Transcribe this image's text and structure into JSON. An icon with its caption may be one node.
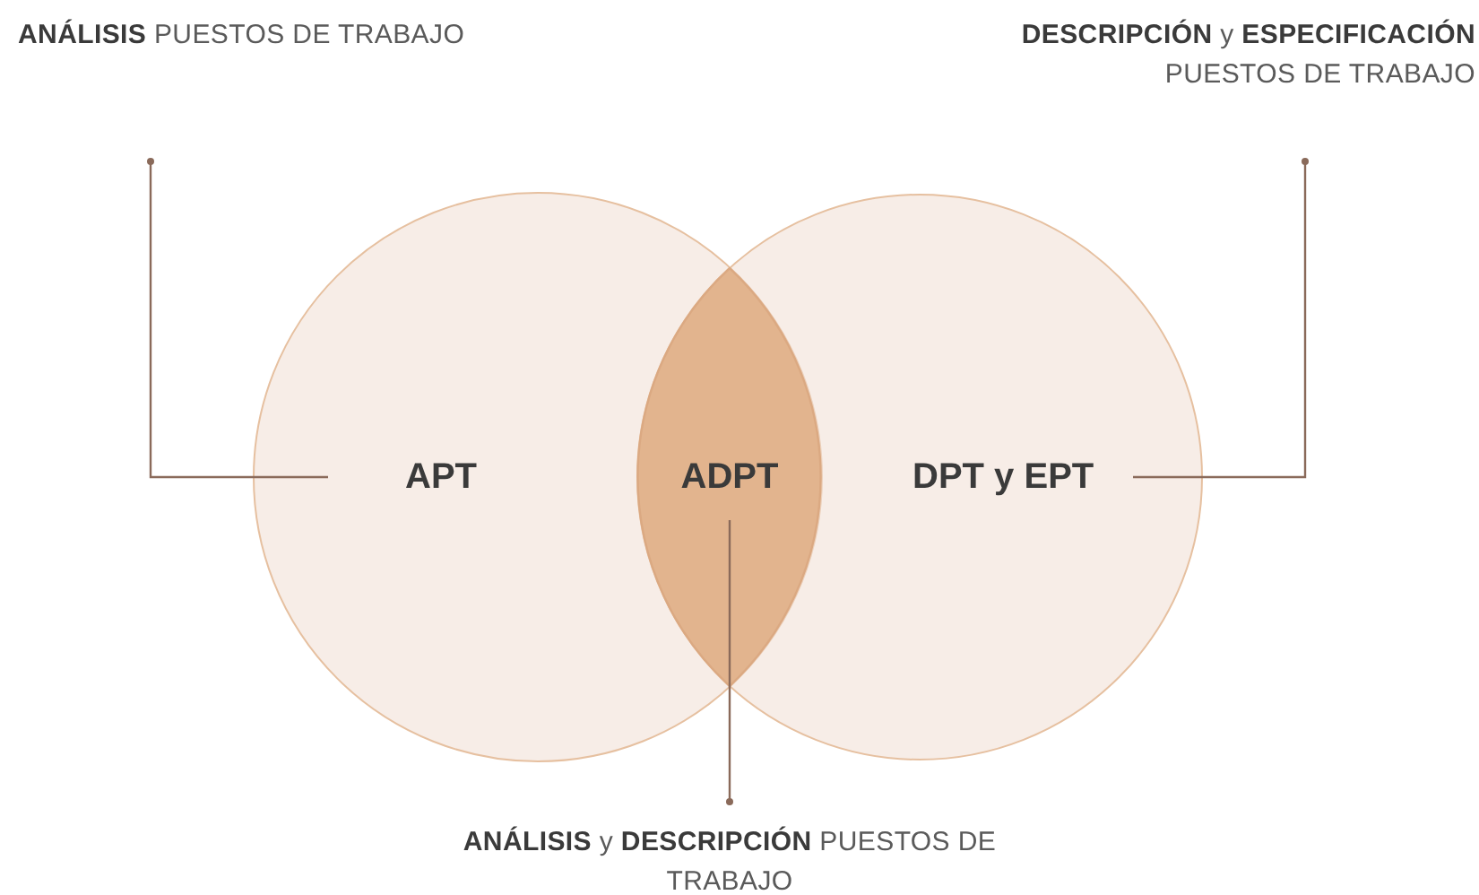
{
  "diagram": {
    "nodes": [
      {
        "text": [
          "**ANÁLISIS** PUESTOS DE TRABAJO"
        ]
      },
      {
        "text": [
          "**DESCRIPCIÓN** y **ESPECIFICACIÓN** PUESTOS DE TRABAJO"
        ]
      },
      {
        "text": [
          "APT"
        ]
      },
      {
        "text": [
          "DPT y EPT"
        ]
      },
      {
        "text": [
          "ADPT"
        ]
      },
      {
        "text": [
          "**ANÁLISIS** y **DESCRIPCIÓN** PUESTOS DE TRABAJO"
        ]
      }
    ],
    "edges": [
      {
        "from": 0,
        "to": 2,
        "arrow": "other"
      },
      {
        "from": 1,
        "to": 3,
        "arrow": "other"
      },
      {
        "from": 5,
        "to": 4,
        "arrow": "other"
      }
    ]
  }
}
